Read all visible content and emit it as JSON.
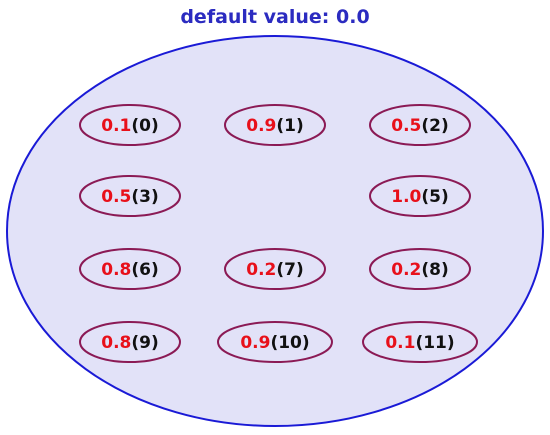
{
  "title": {
    "label": "default value:",
    "value": "0.0"
  },
  "colors": {
    "title": "#2b2bc0",
    "outer_stroke": "#1a1ad6",
    "outer_fill": "#e2e2f8",
    "cell_stroke": "#8b1a55",
    "value_text": "#e8101a",
    "index_text": "#111111"
  },
  "cells": [
    {
      "value": "0.1",
      "index": "(0)"
    },
    {
      "value": "0.9",
      "index": "(1)"
    },
    {
      "value": "0.5",
      "index": "(2)"
    },
    {
      "value": "0.5",
      "index": "(3)"
    },
    {
      "value": "1.0",
      "index": "(5)"
    },
    {
      "value": "0.8",
      "index": "(6)"
    },
    {
      "value": "0.2",
      "index": "(7)"
    },
    {
      "value": "0.2",
      "index": "(8)"
    },
    {
      "value": "0.8",
      "index": "(9)"
    },
    {
      "value": "0.9",
      "index": "(10)"
    },
    {
      "value": "0.1",
      "index": "(11)"
    }
  ]
}
